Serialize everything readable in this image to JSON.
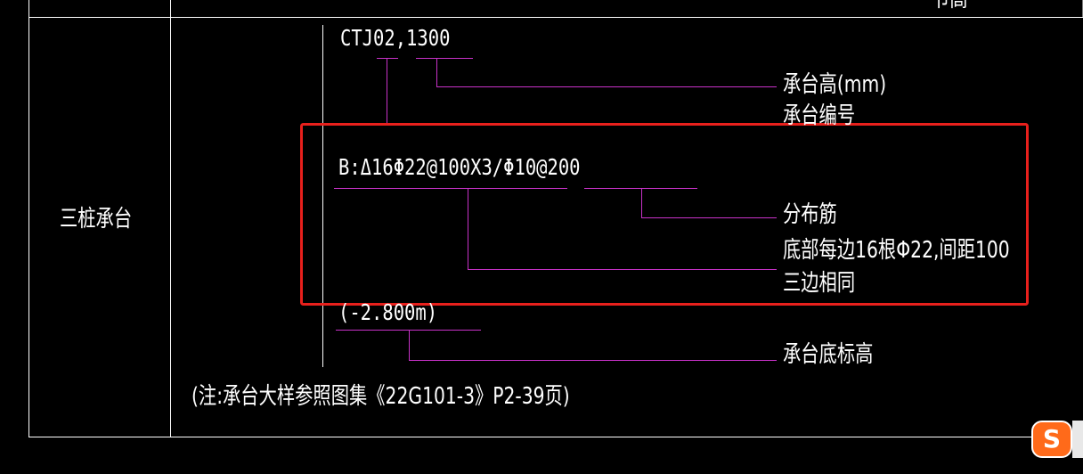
{
  "colors": {
    "background": "#000000",
    "frame_line": "#ffffff",
    "leader_line": "#c832c8",
    "highlight_box": "#e8201c",
    "text": "#ffffff",
    "ime_brand": "#ff6a1a"
  },
  "table": {
    "row_label": "三桩承台"
  },
  "drawing": {
    "top_cut_text": "节高",
    "cap_code": "CTJ02,1300",
    "label_cap_height": "承台高(mm)",
    "label_cap_number": "承台编号",
    "rebar_spec": "B:Δ16Φ22@100X3/Φ10@200",
    "label_distribution": "分布筋",
    "label_bottom_each_side": "底部每边16根Φ22,间距100",
    "label_three_sides": "三边相同",
    "elevation": "(-2.800m)",
    "label_bottom_elevation": "承台底标高",
    "note": "(注:承台大样参照图集《22G101-3》P2-39页)"
  },
  "ime": {
    "icon": "sogou-input-icon",
    "letter": "S"
  }
}
